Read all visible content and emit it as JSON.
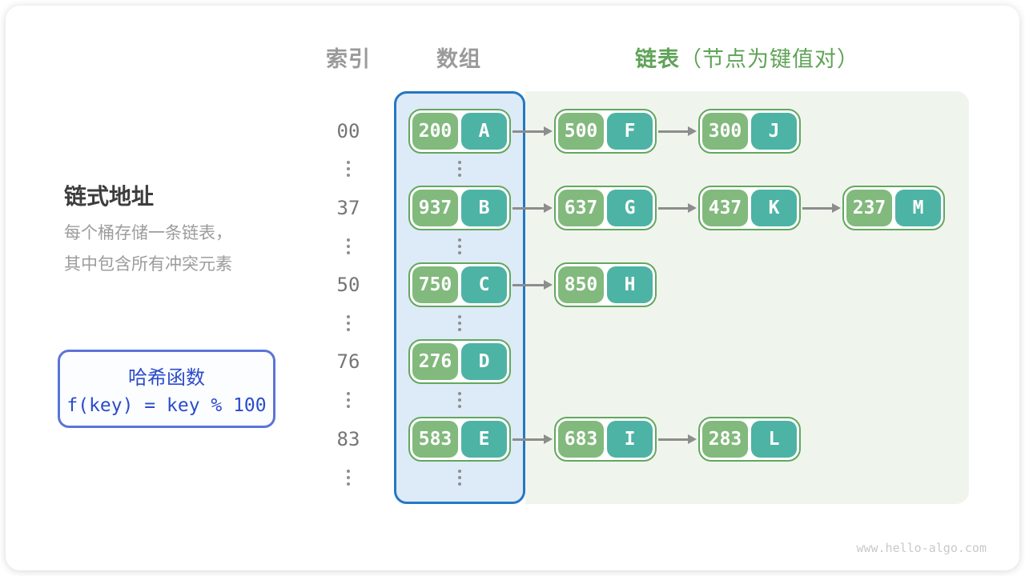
{
  "headers": {
    "index": "索引",
    "array": "数组",
    "list": "链表",
    "list_note": "（节点为键值对）"
  },
  "left_panel": {
    "title": "链式地址",
    "description_line1": "每个桶存储一条链表，",
    "description_line2": "其中包含所有冲突元素",
    "hash_box": {
      "title": "哈希函数",
      "formula": "f(key) = key % 100"
    }
  },
  "rows": [
    {
      "index": "00",
      "bucket": {
        "key": "200",
        "value": "A"
      },
      "chain": [
        {
          "key": "500",
          "value": "F"
        },
        {
          "key": "300",
          "value": "J"
        }
      ]
    },
    {
      "index": "37",
      "bucket": {
        "key": "937",
        "value": "B"
      },
      "chain": [
        {
          "key": "637",
          "value": "G"
        },
        {
          "key": "437",
          "value": "K"
        },
        {
          "key": "237",
          "value": "M"
        }
      ]
    },
    {
      "index": "50",
      "bucket": {
        "key": "750",
        "value": "C"
      },
      "chain": [
        {
          "key": "850",
          "value": "H"
        }
      ]
    },
    {
      "index": "76",
      "bucket": {
        "key": "276",
        "value": "D"
      },
      "chain": []
    },
    {
      "index": "83",
      "bucket": {
        "key": "583",
        "value": "E"
      },
      "chain": [
        {
          "key": "683",
          "value": "I"
        },
        {
          "key": "283",
          "value": "L"
        }
      ]
    }
  ],
  "ellipsis_glyph": "vertical-dots",
  "watermark": "www.hello-algo.com",
  "colors": {
    "node_border_green": "#63a75f",
    "key_fill_green": "#82b97d",
    "value_fill_teal": "#4db3a5",
    "array_border_blue": "#2478c4",
    "array_fill_blue": "#ddeaf7",
    "list_fill_green": "#eff5ec",
    "hash_box_border": "#5b74d8",
    "hash_text_blue": "#2b4ccb",
    "header_green": "#5fa357",
    "arrow_gray": "#8d8d8d"
  }
}
